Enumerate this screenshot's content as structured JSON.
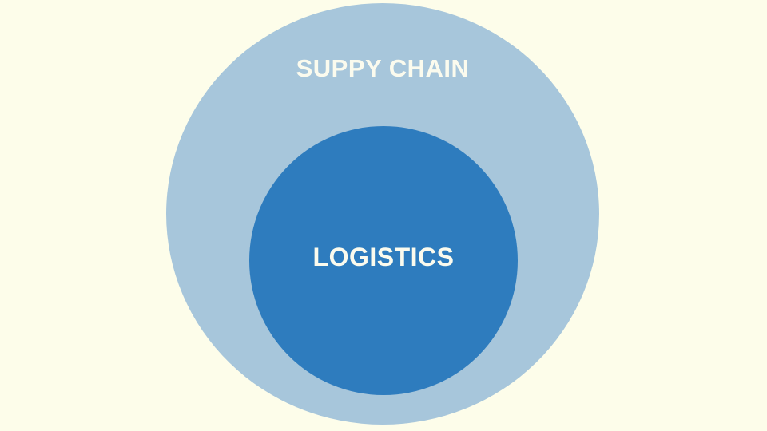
{
  "page": {
    "background": "#FDFDEA"
  },
  "diagram": {
    "type": "nested-circles",
    "outer_circle": {
      "label": "SUPPY CHAIN",
      "color": "#A7C6DB",
      "text_color": "#FBFBEE"
    },
    "inner_circle": {
      "label": "LOGISTICS",
      "color": "#2E7CBE",
      "text_color": "#FBFBEE"
    }
  }
}
